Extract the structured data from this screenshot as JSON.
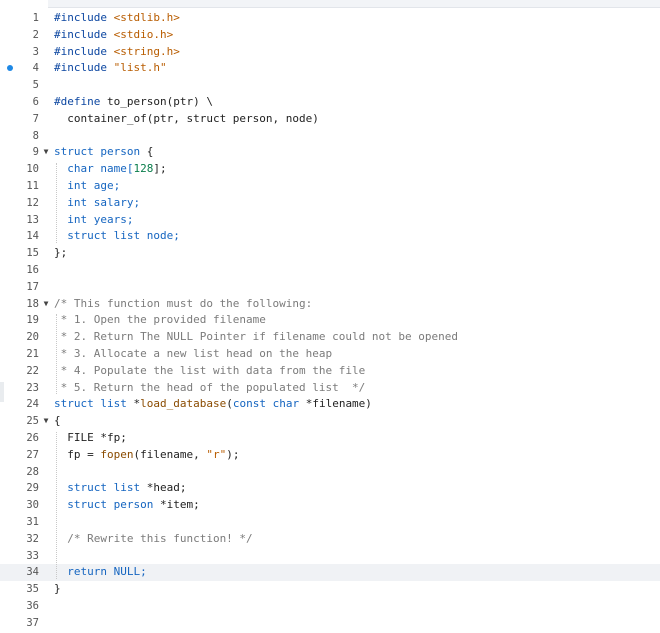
{
  "editor": {
    "breakpoint_line": 4,
    "active_line": 34,
    "lines": [
      {
        "n": "1",
        "fold": "",
        "tokens": [
          {
            "t": "#include ",
            "c": "pre"
          },
          {
            "t": "<stdlib.h>",
            "c": "str"
          }
        ]
      },
      {
        "n": "2",
        "fold": "",
        "tokens": [
          {
            "t": "#include ",
            "c": "pre"
          },
          {
            "t": "<stdio.h>",
            "c": "str"
          }
        ]
      },
      {
        "n": "3",
        "fold": "",
        "tokens": [
          {
            "t": "#include ",
            "c": "pre"
          },
          {
            "t": "<string.h>",
            "c": "str"
          }
        ]
      },
      {
        "n": "4",
        "fold": "",
        "tokens": [
          {
            "t": "#include ",
            "c": "pre"
          },
          {
            "t": "\"list.h\"",
            "c": "str"
          }
        ]
      },
      {
        "n": "5",
        "fold": "",
        "tokens": []
      },
      {
        "n": "6",
        "fold": "",
        "tokens": [
          {
            "t": "#define ",
            "c": "pre"
          },
          {
            "t": "to_person(ptr) \\",
            "c": "plain"
          }
        ]
      },
      {
        "n": "7",
        "fold": "",
        "tokens": [
          {
            "t": "  container_of(ptr, struct person, node)",
            "c": "plain"
          }
        ]
      },
      {
        "n": "8",
        "fold": "",
        "tokens": []
      },
      {
        "n": "9",
        "fold": "▼",
        "tokens": [
          {
            "t": "struct ",
            "c": "kw"
          },
          {
            "t": "person ",
            "c": "kw"
          },
          {
            "t": "{",
            "c": "plain"
          }
        ]
      },
      {
        "n": "10",
        "fold": "",
        "tokens": [
          {
            "t": "  ",
            "c": "plain"
          },
          {
            "t": "char ",
            "c": "kw"
          },
          {
            "t": "name[",
            "c": "kw"
          },
          {
            "t": "128",
            "c": "num"
          },
          {
            "t": "];",
            "c": "plain"
          }
        ]
      },
      {
        "n": "11",
        "fold": "",
        "tokens": [
          {
            "t": "  ",
            "c": "plain"
          },
          {
            "t": "int ",
            "c": "kw"
          },
          {
            "t": "age;",
            "c": "kw"
          }
        ]
      },
      {
        "n": "12",
        "fold": "",
        "tokens": [
          {
            "t": "  ",
            "c": "plain"
          },
          {
            "t": "int ",
            "c": "kw"
          },
          {
            "t": "salary;",
            "c": "kw"
          }
        ]
      },
      {
        "n": "13",
        "fold": "",
        "tokens": [
          {
            "t": "  ",
            "c": "plain"
          },
          {
            "t": "int ",
            "c": "kw"
          },
          {
            "t": "years;",
            "c": "kw"
          }
        ]
      },
      {
        "n": "14",
        "fold": "",
        "tokens": [
          {
            "t": "  ",
            "c": "plain"
          },
          {
            "t": "struct ",
            "c": "kw"
          },
          {
            "t": "list node;",
            "c": "kw"
          }
        ]
      },
      {
        "n": "15",
        "fold": "",
        "tokens": [
          {
            "t": "};",
            "c": "plain"
          }
        ]
      },
      {
        "n": "16",
        "fold": "",
        "tokens": []
      },
      {
        "n": "17",
        "fold": "",
        "tokens": []
      },
      {
        "n": "18",
        "fold": "▼",
        "tokens": [
          {
            "t": "/* This function must do the following:",
            "c": "com"
          }
        ]
      },
      {
        "n": "19",
        "fold": "",
        "tokens": [
          {
            "t": " * 1. Open the provided filename",
            "c": "com"
          }
        ]
      },
      {
        "n": "20",
        "fold": "",
        "tokens": [
          {
            "t": " * 2. Return The NULL Pointer if filename could not be opened",
            "c": "com"
          }
        ]
      },
      {
        "n": "21",
        "fold": "",
        "tokens": [
          {
            "t": " * 3. Allocate a new list head on the heap",
            "c": "com"
          }
        ]
      },
      {
        "n": "22",
        "fold": "",
        "tokens": [
          {
            "t": " * 4. Populate the list with data from the file",
            "c": "com"
          }
        ]
      },
      {
        "n": "23",
        "fold": "",
        "tokens": [
          {
            "t": " * 5. Return the head of the populated list  */",
            "c": "com"
          }
        ]
      },
      {
        "n": "24",
        "fold": "",
        "tokens": [
          {
            "t": "struct ",
            "c": "kw"
          },
          {
            "t": "list ",
            "c": "kw"
          },
          {
            "t": "*",
            "c": "plain"
          },
          {
            "t": "load_database",
            "c": "fn"
          },
          {
            "t": "(",
            "c": "plain"
          },
          {
            "t": "const ",
            "c": "kw"
          },
          {
            "t": "char ",
            "c": "kw"
          },
          {
            "t": "*filename)",
            "c": "plain"
          }
        ]
      },
      {
        "n": "25",
        "fold": "▼",
        "tokens": [
          {
            "t": "{",
            "c": "plain"
          }
        ]
      },
      {
        "n": "26",
        "fold": "",
        "tokens": [
          {
            "t": "  FILE *fp;",
            "c": "plain"
          }
        ]
      },
      {
        "n": "27",
        "fold": "",
        "tokens": [
          {
            "t": "  fp = ",
            "c": "plain"
          },
          {
            "t": "fopen",
            "c": "fn"
          },
          {
            "t": "(filename, ",
            "c": "plain"
          },
          {
            "t": "\"r\"",
            "c": "str"
          },
          {
            "t": ");",
            "c": "plain"
          }
        ]
      },
      {
        "n": "28",
        "fold": "",
        "tokens": []
      },
      {
        "n": "29",
        "fold": "",
        "tokens": [
          {
            "t": "  ",
            "c": "plain"
          },
          {
            "t": "struct ",
            "c": "kw"
          },
          {
            "t": "list ",
            "c": "kw"
          },
          {
            "t": "*head;",
            "c": "plain"
          }
        ]
      },
      {
        "n": "30",
        "fold": "",
        "tokens": [
          {
            "t": "  ",
            "c": "plain"
          },
          {
            "t": "struct ",
            "c": "kw"
          },
          {
            "t": "person ",
            "c": "kw"
          },
          {
            "t": "*item;",
            "c": "plain"
          }
        ]
      },
      {
        "n": "31",
        "fold": "",
        "tokens": []
      },
      {
        "n": "32",
        "fold": "",
        "tokens": [
          {
            "t": "  /* Rewrite this function! */",
            "c": "com"
          }
        ]
      },
      {
        "n": "33",
        "fold": "",
        "tokens": []
      },
      {
        "n": "34",
        "fold": "",
        "tokens": [
          {
            "t": "  ",
            "c": "plain"
          },
          {
            "t": "return ",
            "c": "kw"
          },
          {
            "t": "NULL;",
            "c": "kw"
          }
        ]
      },
      {
        "n": "35",
        "fold": "",
        "tokens": [
          {
            "t": "}",
            "c": "plain"
          }
        ]
      },
      {
        "n": "36",
        "fold": "",
        "tokens": []
      },
      {
        "n": "37",
        "fold": "",
        "tokens": []
      }
    ]
  }
}
